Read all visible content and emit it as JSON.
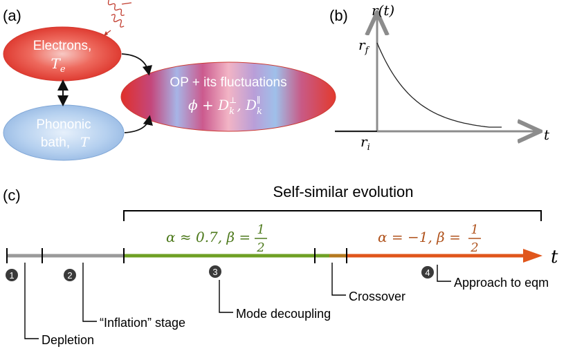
{
  "panels": {
    "a": {
      "label": "(a)",
      "electrons": {
        "line1": "Electrons,",
        "symbol": "T",
        "subscript": "e"
      },
      "phonons": {
        "line1": "Phononic",
        "line2_text": "bath,",
        "symbol": "T"
      },
      "op": {
        "line1": "OP + its fluctuations",
        "phi": "ϕ + D",
        "k": "k",
        "perp": "⊥",
        "comma": ", D",
        "par": "∥"
      },
      "laser_icon": "squiggly-laser-pulse-icon"
    },
    "b": {
      "label": "(b)",
      "y_axis_label": "r(t)",
      "x_axis_label": "t",
      "rf": {
        "symbol": "r",
        "subscript": "f"
      },
      "ri": {
        "symbol": "r",
        "subscript": "i"
      },
      "curve": "exponential decay from r_f"
    },
    "c": {
      "label": "(c)",
      "bracket_title": "Self-similar evolution",
      "regime1": {
        "left": "α ≈ 0.7, β =",
        "num": "1",
        "den": "2",
        "color": "#4e7a1d"
      },
      "regime2": {
        "left": "α = −1, β =",
        "num": "1",
        "den": "2",
        "color": "#b0531d"
      },
      "axis_label": "t",
      "stages": [
        {
          "number": "1",
          "label": "Depletion"
        },
        {
          "number": "2",
          "label": "“Inflation” stage"
        },
        {
          "number": "3",
          "label": "Mode decoupling"
        },
        {
          "number": "",
          "label": "Crossover"
        },
        {
          "number": "4",
          "label": "Approach to eqm"
        }
      ]
    }
  },
  "colors": {
    "electron_red": "#e8413a",
    "phonon_blue": "#a9c8ee",
    "grey_segment": "#9a9a9a",
    "green_segment": "#6fa024",
    "orange_segment": "#e0561c",
    "axis_grey": "#8c8c8c",
    "badge": "#3a3a3a"
  }
}
